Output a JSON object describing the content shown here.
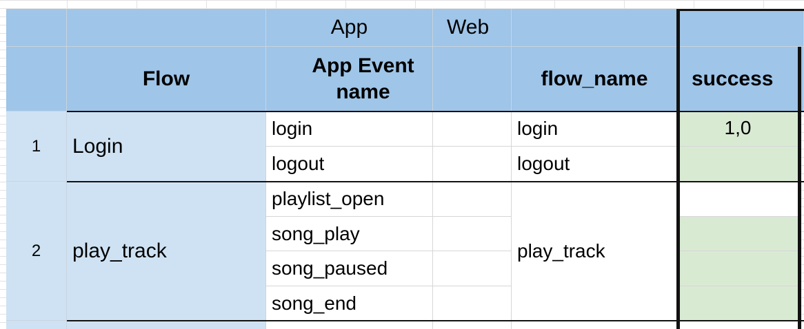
{
  "header_row1": {
    "app": "App",
    "web": "Web"
  },
  "header_row2": {
    "flow": "Flow",
    "app_event_name": "App Event name",
    "flow_name": "flow_name",
    "success": "success"
  },
  "groups": [
    {
      "number": "1",
      "flow": "Login",
      "events": [
        "login",
        "logout"
      ],
      "flow_names": [
        "login",
        "logout"
      ],
      "success": [
        "1,0",
        ""
      ]
    },
    {
      "number": "2",
      "flow": "play_track",
      "events": [
        "playlist_open",
        "song_play",
        "song_paused",
        "song_end"
      ],
      "flow_name": "play_track"
    }
  ],
  "colors": {
    "header_fill": "#9fc5e8",
    "subheader_fill": "#cfe2f3",
    "success_fill": "#d9ead3",
    "thick_border": "#111111"
  }
}
